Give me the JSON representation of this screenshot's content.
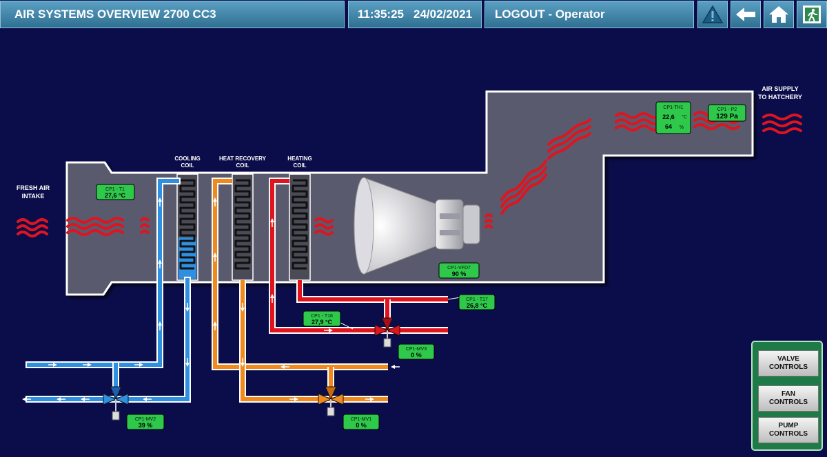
{
  "header": {
    "title": "AIR SYSTEMS OVERVIEW   2700 CC3",
    "time": "11:35:25",
    "date": "24/02/2021",
    "user": "LOGOUT - Operator"
  },
  "colors": {
    "bg": "#0b0d4a",
    "duct": "#5a5a6e",
    "cold": "#2f8fe0",
    "warm": "#f08a1c",
    "hot": "#e0141e",
    "tag": "#2ec94a"
  },
  "labels": {
    "fresh_air_1": "FRESH AIR",
    "fresh_air_2": "INTAKE",
    "supply_1": "AIR SUPPLY",
    "supply_2": "TO HATCHERY",
    "cooling_1": "COOLING",
    "cooling_2": "COIL",
    "heatrec_1": "HEAT RECOVERY",
    "heatrec_2": "COIL",
    "heating_1": "HEATING",
    "heating_2": "COIL"
  },
  "tags": {
    "t1": {
      "name": "CP1 - T1",
      "value": "27,6 °C"
    },
    "th1": {
      "name": "CP1-TH1",
      "temp": "22,6",
      "temp_unit": "°C",
      "hum": "64",
      "hum_unit": "%"
    },
    "p2": {
      "name": "CP1 - P2",
      "value": "129 Pa"
    },
    "vfd": {
      "name": "CP1-VFD7",
      "value": "90 %"
    },
    "t17": {
      "name": "CP1 - T17",
      "value": "26,8 °C"
    },
    "t16": {
      "name": "CP1 - T16",
      "value": "27,9 °C"
    },
    "mv3": {
      "name": "CP1-MV3",
      "value": "0 %"
    },
    "mv2": {
      "name": "CP1-MV2",
      "value": "39 %"
    },
    "mv1": {
      "name": "CP1-MV1",
      "value": "0 %"
    }
  },
  "controls": {
    "valve": "VALVE\nCONTROLS",
    "fan": "FAN\nCONTROLS",
    "pump": "PUMP\nCONTROLS"
  },
  "icons": {
    "alarm": "warning-icon",
    "back": "back-arrow-icon",
    "home": "home-icon",
    "exit": "exit-icon"
  }
}
